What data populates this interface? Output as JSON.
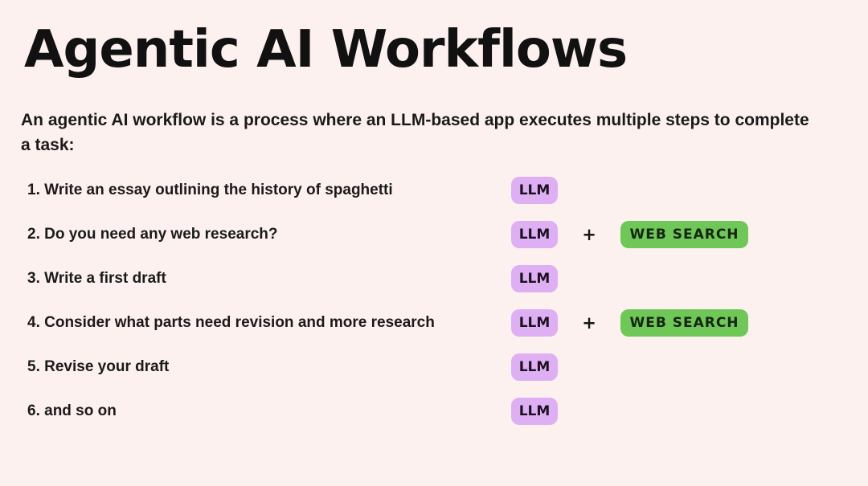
{
  "header": {
    "title": "Agentic AI Workflows",
    "subtitle": "An agentic AI workflow is a process where an LLM-based app executes multiple steps to complete a task:"
  },
  "badges": {
    "llm": "LLM",
    "web_search": "WEB SEARCH",
    "plus": "+"
  },
  "colors": {
    "background": "#FDF1EF",
    "llm_badge": "#DEAFF2",
    "web_search_badge": "#6FC758",
    "text": "#171717"
  },
  "steps": [
    {
      "label": "1. Write an essay outlining the history of spaghetti",
      "llm_badge": "LLM"
    },
    {
      "label": "2. Do you need any web research?",
      "llm_badge": "LLM",
      "plus": "+",
      "web_search_badge": "WEB SEARCH"
    },
    {
      "label": "3. Write a first draft",
      "llm_badge": "LLM"
    },
    {
      "label": "4. Consider what parts need revision and more research",
      "llm_badge": "LLM",
      "plus": "+",
      "web_search_badge": "WEB SEARCH"
    },
    {
      "label": "5. Revise your draft",
      "llm_badge": "LLM"
    },
    {
      "label": "6. and so on",
      "llm_badge": "LLM"
    }
  ]
}
